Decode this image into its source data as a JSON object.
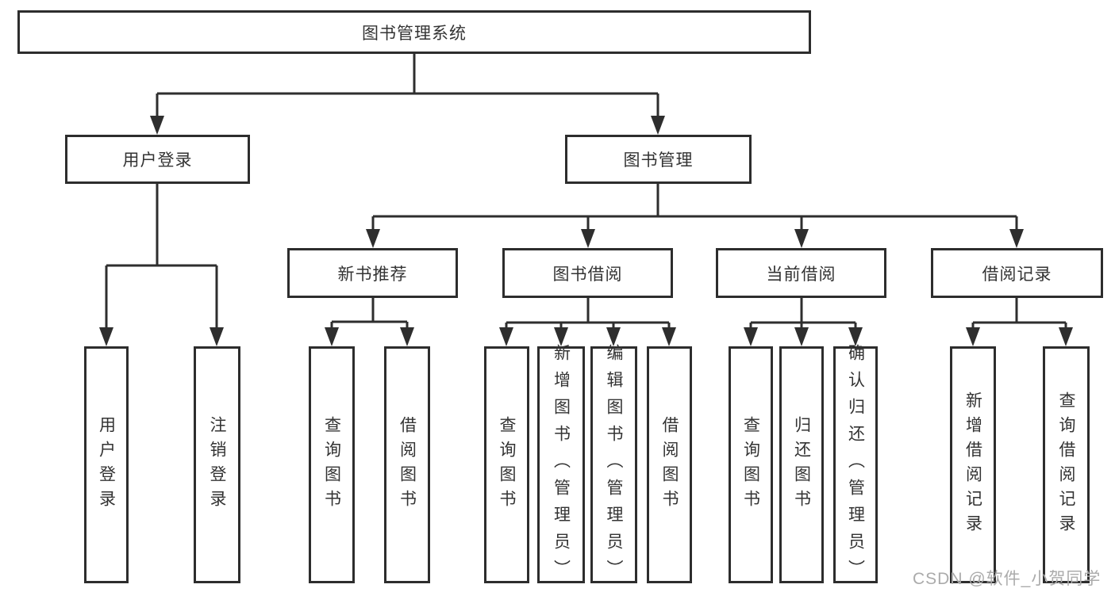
{
  "diagram": {
    "title": "图书管理系统",
    "level2": [
      {
        "label": "用户登录"
      },
      {
        "label": "图书管理"
      }
    ],
    "level3": [
      {
        "label": "新书推荐"
      },
      {
        "label": "图书借阅"
      },
      {
        "label": "当前借阅"
      },
      {
        "label": "借阅记录"
      }
    ],
    "leaves": {
      "user_login": [
        {
          "label": "用户登录"
        },
        {
          "label": "注销登录"
        }
      ],
      "new_books": [
        {
          "label": "查询图书"
        },
        {
          "label": "借阅图书"
        }
      ],
      "book_borrow": [
        {
          "label": "查询图书"
        },
        {
          "label": "新增图书（管理员）"
        },
        {
          "label": "编辑图书（管理员）"
        },
        {
          "label": "借阅图书"
        }
      ],
      "current_borrow": [
        {
          "label": "查询图书"
        },
        {
          "label": "归还图书"
        },
        {
          "label": "确认归还（管理员）"
        }
      ],
      "borrow_records": [
        {
          "label": "新增借阅记录"
        },
        {
          "label": "查询借阅记录"
        }
      ]
    }
  },
  "colors": {
    "line": "#2E2E2E",
    "box_border": "#2D2D2D",
    "text": "#333333",
    "watermark": "#ABABAB"
  },
  "watermark": "CSDN @软件_小贺同学"
}
